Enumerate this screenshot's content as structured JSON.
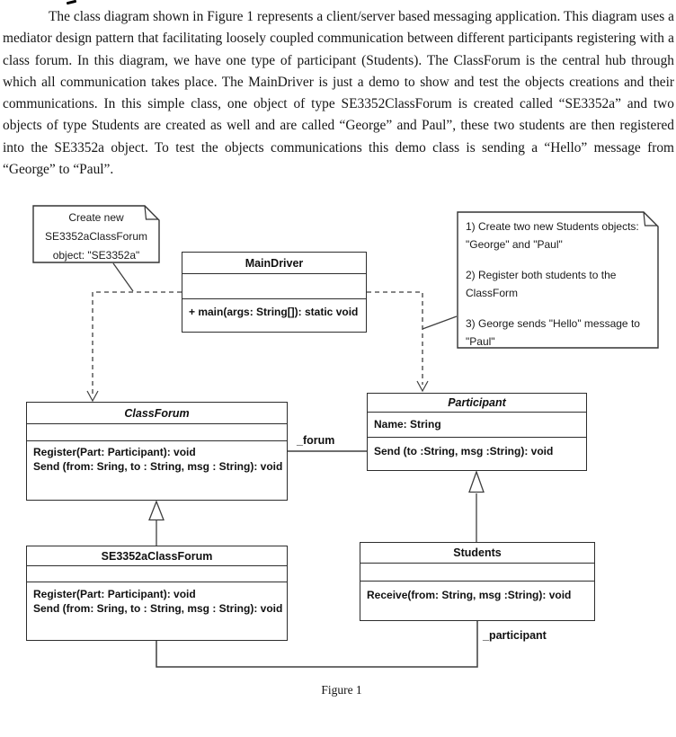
{
  "page": {
    "intro_paragraph": "The class diagram shown in Figure 1 represents a client/server based messaging application. This diagram uses a mediator design pattern that facilitating loosely coupled communication between different participants registering with a class forum. In this diagram, we have one type of participant (Students).  The ClassForum is the central hub through which all communication takes place. The MainDriver is just a demo to show and test the objects creations and their communications. In this simple class, one object of type SE3352ClassForum is created called “SE3352a” and two objects of type Students are created as well and are called “George” and Paul”, these two students are then registered into the SE3352a object. To test the objects communications this demo class is sending a “Hello” message from “George” to “Paul”.",
    "figure_caption": "Figure 1"
  },
  "diagram": {
    "notes": {
      "left": {
        "lines": [
          "Create new",
          "SE3352aClassForum",
          "object: \"SE3352a\""
        ]
      },
      "right": {
        "items": [
          "1) Create two new Students objects: \"George\" and \"Paul\"",
          "2) Register both students to the ClassForm",
          "3) George sends \"Hello\" message to \"Paul\""
        ]
      }
    },
    "classes": {
      "main_driver": {
        "name": "MainDriver",
        "methods": [
          "+ main(args: String[]): static void"
        ]
      },
      "class_forum": {
        "name": "ClassForum",
        "methods": [
          "Register(Part: Participant): void",
          "Send (from: Sring, to : String, msg : String): void"
        ]
      },
      "participant": {
        "name": "Participant",
        "attributes": [
          "Name: String"
        ],
        "methods": [
          "Send (to :String, msg :String): void"
        ]
      },
      "se3352a_class_forum": {
        "name": "SE3352aClassForum",
        "methods": [
          "Register(Part: Participant): void",
          "Send (from: Sring, to : String, msg : String): void"
        ]
      },
      "students": {
        "name": "Students",
        "methods": [
          "Receive(from: String, msg :String): void"
        ]
      }
    },
    "labels": {
      "forum_role": "_forum",
      "participant_role": "_participant"
    }
  }
}
